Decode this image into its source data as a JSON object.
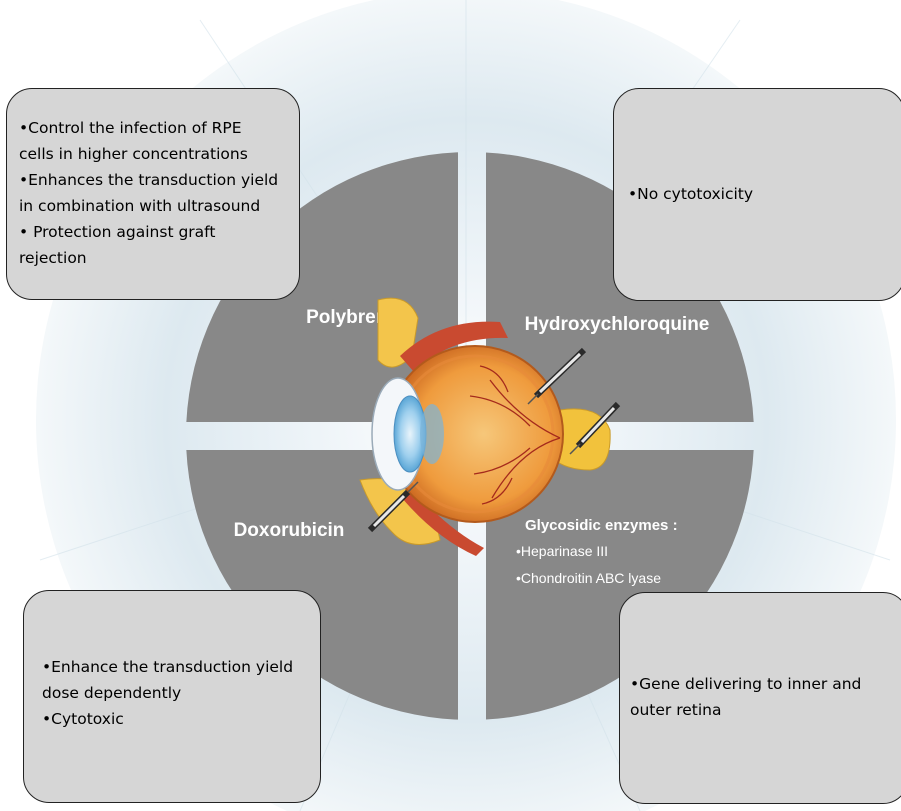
{
  "colors": {
    "quadrant_fill": "#888888",
    "quadrant_label": "#ffffff",
    "box_fill": "#d6d6d6",
    "box_border": "#222222",
    "background_halo": "#dde9f0"
  },
  "quadrants": {
    "top_left": {
      "label": "Polybrene"
    },
    "top_right": {
      "label": "Hydroxychloroquine"
    },
    "bottom_left": {
      "label": "Doxorubicin"
    },
    "bottom_right": {
      "label": "Glycosidic enzymes :",
      "items": [
        "•Heparinase III",
        "•Chondroitin ABC lyase"
      ]
    }
  },
  "boxes": {
    "top_left": {
      "lines": [
        "•Control the infection of RPE",
        "cells in higher concentrations",
        "•Enhances the transduction yield",
        "in combination with ultrasound",
        "• Protection against graft",
        "rejection"
      ]
    },
    "top_right": {
      "lines": [
        "•No cytotoxicity"
      ]
    },
    "bottom_left": {
      "lines": [
        "•Enhance the transduction yield",
        "dose dependently",
        "•Cytotoxic"
      ]
    },
    "bottom_right": {
      "lines": [
        "•Gene delivering to inner and",
        "outer retina"
      ]
    }
  },
  "icons": {
    "center_illustration": "eye-anatomy-icon",
    "injection_tools": "syringe-icon"
  }
}
